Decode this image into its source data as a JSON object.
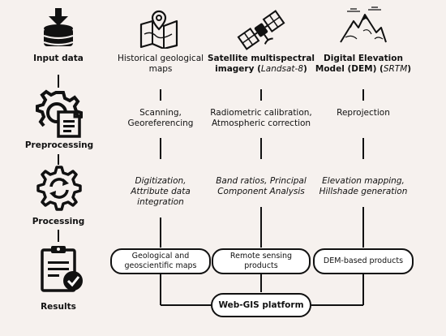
{
  "stages": {
    "input": "Input data",
    "preprocessing": "Preprocessing",
    "processing": "Processing",
    "results": "Results"
  },
  "sources": {
    "geo_maps": "Historical geological maps",
    "satellite_line1": "Satellite multispectral",
    "satellite_line2_prefix": "imagery (",
    "satellite_sensor": "Landsat-8",
    "satellite_line2_suffix": ")",
    "dem_line1": "Digital Elevation",
    "dem_line2_prefix": "Model (DEM) (",
    "dem_sensor": "SRTM",
    "dem_line2_suffix": ")"
  },
  "preprocessing": {
    "geo_line1": "Scanning,",
    "geo_line2": "Georeferencing",
    "sat_line1": "Radiometric calibration,",
    "sat_line2": "Atmospheric correction",
    "dem": "Reprojection"
  },
  "processing": {
    "geo_line1": "Digitization,",
    "geo_line2": "Attribute data",
    "geo_line3": "integration",
    "sat_line1": "Band ratios, Principal",
    "sat_line2": "Component Analysis",
    "dem_line1": "Elevation mapping,",
    "dem_line2": "Hillshade generation"
  },
  "products": {
    "geo_line1": "Geological and",
    "geo_line2": "geoscientific maps",
    "sat_line1": "Remote sensing",
    "sat_line2": "products",
    "dem": "DEM-based products"
  },
  "platform": "Web-GIS platform",
  "icons": {
    "input": "database-download-icon",
    "preprocessing": "gear-document-icon",
    "processing": "gear-refresh-icon",
    "results": "clipboard-check-icon",
    "geo_maps": "folded-map-pin-icon",
    "satellite": "satellite-icon",
    "dem": "mountain-terrain-icon"
  }
}
